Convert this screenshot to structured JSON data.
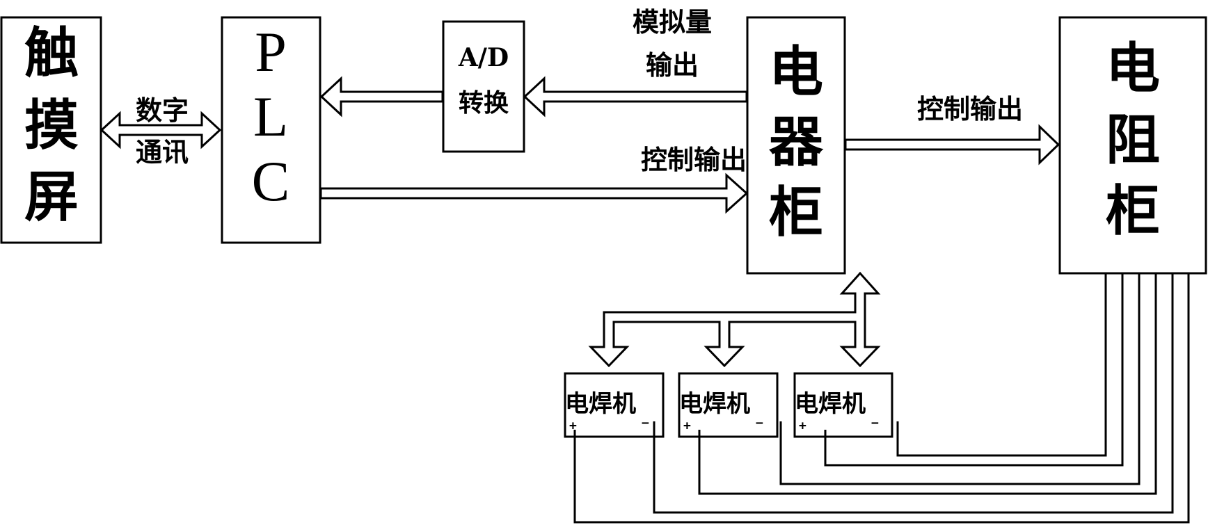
{
  "diagram": {
    "blocks": {
      "touchscreen": {
        "label": [
          "触",
          "摸",
          "屏"
        ]
      },
      "plc": {
        "label": [
          "P",
          "L",
          "C"
        ]
      },
      "ad_converter": {
        "label": [
          "A/D",
          "转换"
        ]
      },
      "electrical_cabinet": {
        "label": [
          "电",
          "器",
          "柜"
        ]
      },
      "resistor_cabinet": {
        "label": [
          "电",
          "阻",
          "柜"
        ]
      },
      "welders": [
        {
          "label": "电焊机",
          "positive": "+",
          "negative": "−"
        },
        {
          "label": "电焊机",
          "positive": "+",
          "negative": "−"
        },
        {
          "label": "电焊机",
          "positive": "+",
          "negative": "−"
        }
      ]
    },
    "connections": {
      "digital_comm": {
        "label": [
          "数字",
          "通讯"
        ],
        "from": "touchscreen",
        "to": "plc",
        "direction": "bidirectional"
      },
      "analog_output": {
        "label": [
          "模拟量",
          "输出"
        ],
        "from": "electrical_cabinet",
        "to": "ad_converter"
      },
      "ad_to_plc": {
        "from": "ad_converter",
        "to": "plc"
      },
      "plc_control_output": {
        "label": "控制输出",
        "from": "plc",
        "to": "electrical_cabinet"
      },
      "cabinet_control_output": {
        "label": "控制输出",
        "from": "electrical_cabinet",
        "to": "resistor_cabinet"
      },
      "welder_bus": {
        "from": "electrical_cabinet",
        "to": "welders",
        "direction": "bidirectional"
      },
      "power_wires": {
        "from": "welders",
        "to": "resistor_cabinet",
        "count": 6
      }
    }
  }
}
